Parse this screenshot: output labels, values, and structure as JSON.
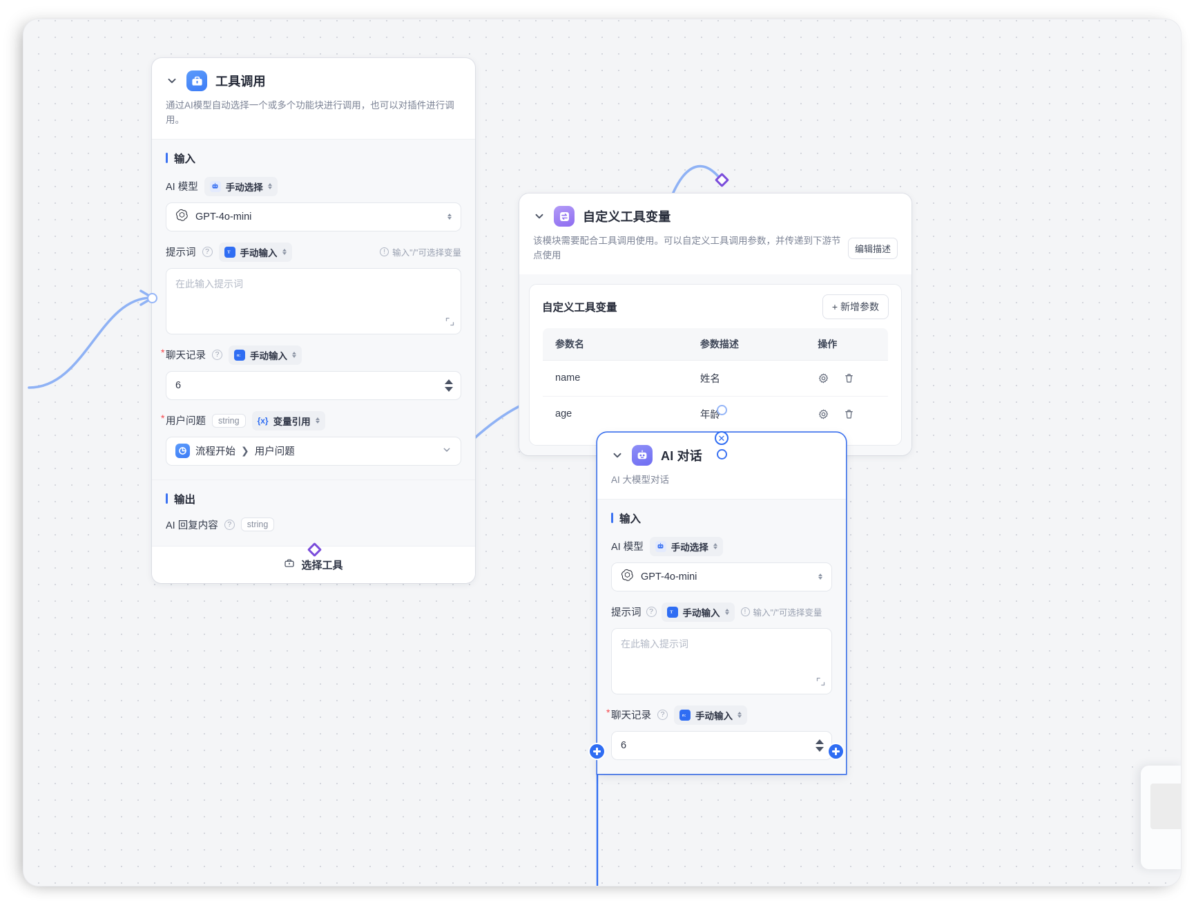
{
  "canvas": {
    "background": "#f4f5f7",
    "accent": "#3b72f2",
    "purple": "#7b4ddb"
  },
  "nodes": {
    "tool_call": {
      "title": "工具调用",
      "description": "通过AI模型自动选择一个或多个功能块进行调用，也可以对插件进行调用。",
      "icon": "toolbox-icon",
      "input_section": "输入",
      "output_section": "输出",
      "fields": {
        "model_label": "AI 模型",
        "model_mode": "手动选择",
        "model_value": "GPT-4o-mini",
        "prompt_label": "提示词",
        "prompt_mode": "手动输入",
        "prompt_hint": "输入\"/\"可选择变量",
        "prompt_placeholder": "在此输入提示词",
        "history_label": "聊天记录",
        "history_mode": "手动输入",
        "history_value": "6",
        "question_label": "用户问题",
        "question_type": "string",
        "question_mode": "变量引用",
        "question_ref_source": "流程开始",
        "question_ref_field": "用户问题"
      },
      "output": {
        "label": "AI 回复内容",
        "type": "string"
      },
      "footer_button": "选择工具"
    },
    "tool_vars": {
      "title": "自定义工具变量",
      "description": "该模块需要配合工具调用使用。可以自定义工具调用参数，并传递到下游节点使用",
      "icon": "variable-swap-icon",
      "edit_desc_button": "编辑描述",
      "table_title": "自定义工具变量",
      "add_button": "+ 新增参数",
      "columns": [
        "参数名",
        "参数描述",
        "操作"
      ],
      "rows": [
        {
          "name": "name",
          "desc": "姓名",
          "ops": [
            "gear-icon",
            "trash-icon"
          ]
        },
        {
          "name": "age",
          "desc": "年龄",
          "ops": [
            "gear-icon",
            "trash-icon"
          ]
        }
      ]
    },
    "ai_chat": {
      "title": "AI 对话",
      "description": "AI 大模型对话",
      "icon": "robot-icon",
      "input_section": "输入",
      "fields": {
        "model_label": "AI 模型",
        "model_mode": "手动选择",
        "model_value": "GPT-4o-mini",
        "prompt_label": "提示词",
        "prompt_mode": "手动输入",
        "prompt_hint": "输入\"/\"可选择变量",
        "prompt_placeholder": "在此输入提示词",
        "history_label": "聊天记录",
        "history_mode": "手动输入",
        "history_value": "6"
      }
    }
  }
}
